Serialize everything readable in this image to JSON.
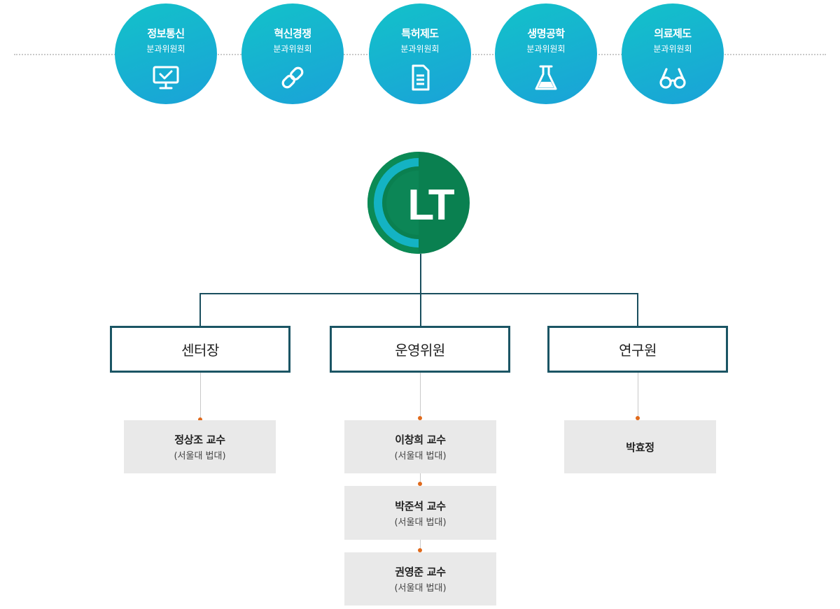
{
  "committees": [
    {
      "title": "정보통신",
      "subtitle": "분과위원회",
      "icon": "monitor-check-icon"
    },
    {
      "title": "혁신경쟁",
      "subtitle": "분과위원회",
      "icon": "link-icon"
    },
    {
      "title": "특허제도",
      "subtitle": "분과위원회",
      "icon": "document-icon"
    },
    {
      "title": "생명공학",
      "subtitle": "분과위원회",
      "icon": "flask-icon"
    },
    {
      "title": "의료제도",
      "subtitle": "분과위원회",
      "icon": "glasses-icon"
    }
  ],
  "logo": {
    "text": "LT",
    "colors": {
      "green": "#0a8050",
      "teal": "#13b3c3"
    }
  },
  "roles": [
    {
      "label": "센터장",
      "members": [
        {
          "name": "정상조 교수",
          "affiliation": "(서울대 법대)"
        }
      ]
    },
    {
      "label": "운영위원",
      "members": [
        {
          "name": "이창희 교수",
          "affiliation": "(서울대 법대)"
        },
        {
          "name": "박준석 교수",
          "affiliation": "(서울대 법대)"
        },
        {
          "name": "권영준 교수",
          "affiliation": "(서울대 법대)"
        }
      ]
    },
    {
      "label": "연구원",
      "members": [
        {
          "name": "박효정",
          "affiliation": ""
        }
      ]
    }
  ],
  "colors": {
    "accent_orange": "#e06a1c",
    "border_navy": "#1b5564",
    "circle_gradient_start": "#13c2c9",
    "circle_gradient_end": "#1aa2d8"
  }
}
